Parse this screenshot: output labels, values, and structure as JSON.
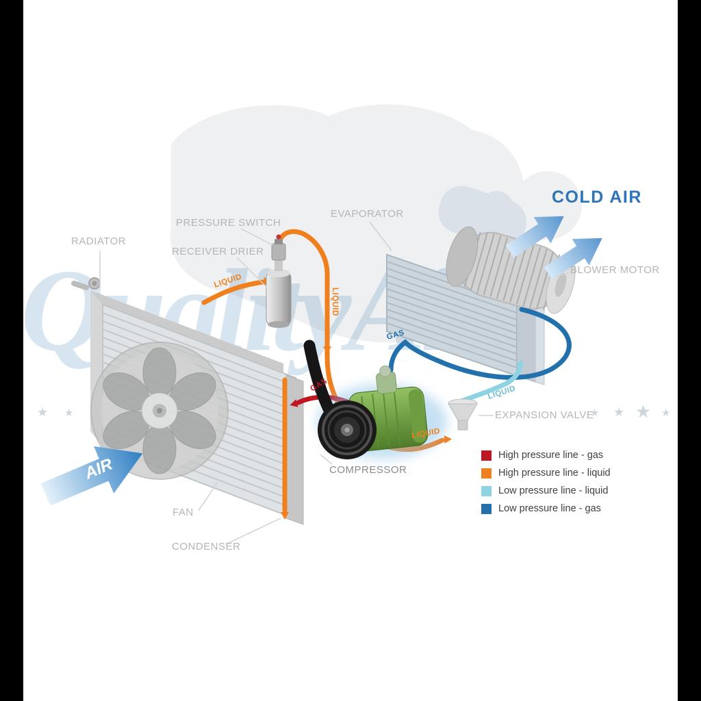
{
  "watermark": {
    "text": "QualityAir",
    "stars_left": [
      "★",
      "★",
      "★",
      "★",
      "★"
    ],
    "stars_right": [
      "★",
      "★",
      "★",
      "★"
    ]
  },
  "cold_air": {
    "label": "COLD AIR",
    "color": "#2e74b8"
  },
  "air_arrow": {
    "label": "AIR"
  },
  "labels": {
    "radiator": "RADIATOR",
    "pressure_switch": "PRESSURE SWITCH",
    "receiver_drier": "RECEIVER DRIER",
    "evaporator": "EVAPORATOR",
    "blower_motor": "BLOWER MOTOR",
    "expansion_valve": "EXPANSION VALVE",
    "compressor": "COMPRESSOR",
    "fan": "FAN",
    "condenser": "CONDENSER"
  },
  "pipe_labels": {
    "condenser_to_drier": "LIQUID",
    "drier_down": "LIQUID",
    "to_expansion_valve": "LIQUID",
    "evaporator_out": "GAS",
    "to_condenser": "GAS",
    "valve_to_evaporator": "LIQUID"
  },
  "pipe_colors": {
    "high_gas": "#bf1722",
    "high_liquid": "#f07f1d",
    "low_liquid": "#8ed3e2",
    "low_gas": "#2271ad"
  },
  "legend": {
    "items": [
      {
        "label": "High pressure line - gas",
        "color": "#bf1722"
      },
      {
        "label": "High pressure line - liquid",
        "color": "#f07f1d"
      },
      {
        "label": "Low pressure line - liquid",
        "color": "#8ed3e2"
      },
      {
        "label": "Low pressure line -  gas",
        "color": "#2271ad"
      }
    ]
  }
}
